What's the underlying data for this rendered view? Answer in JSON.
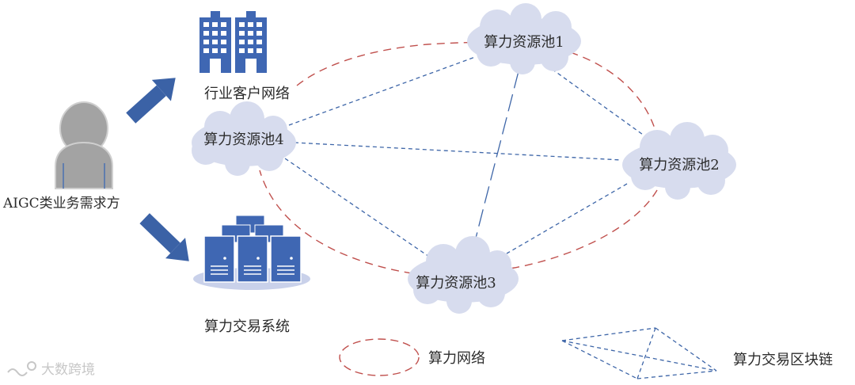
{
  "labels": {
    "demand_party": "AIGC类业务需求方",
    "industry_network": "行业客户网络",
    "trading_system": "算力交易系统",
    "pool1": "算力资源池1",
    "pool2": "算力资源池2",
    "pool3": "算力资源池3",
    "pool4": "算力资源池4"
  },
  "legend": {
    "network_label": "算力网络",
    "blockchain_label": "算力交易区块链"
  },
  "watermark": "大数跨境",
  "colors": {
    "network_red": "#c0504d",
    "chain_blue": "#3e66a8",
    "arrow_blue": "#3b62a6",
    "cloud_fill": "#d7dcee",
    "icon_blue": "#3f67b3",
    "person_gray": "#a3a3a3"
  },
  "icons": {
    "person": "user-silhouette-icon",
    "building": "office-building-icon",
    "servers": "server-rack-icon"
  }
}
